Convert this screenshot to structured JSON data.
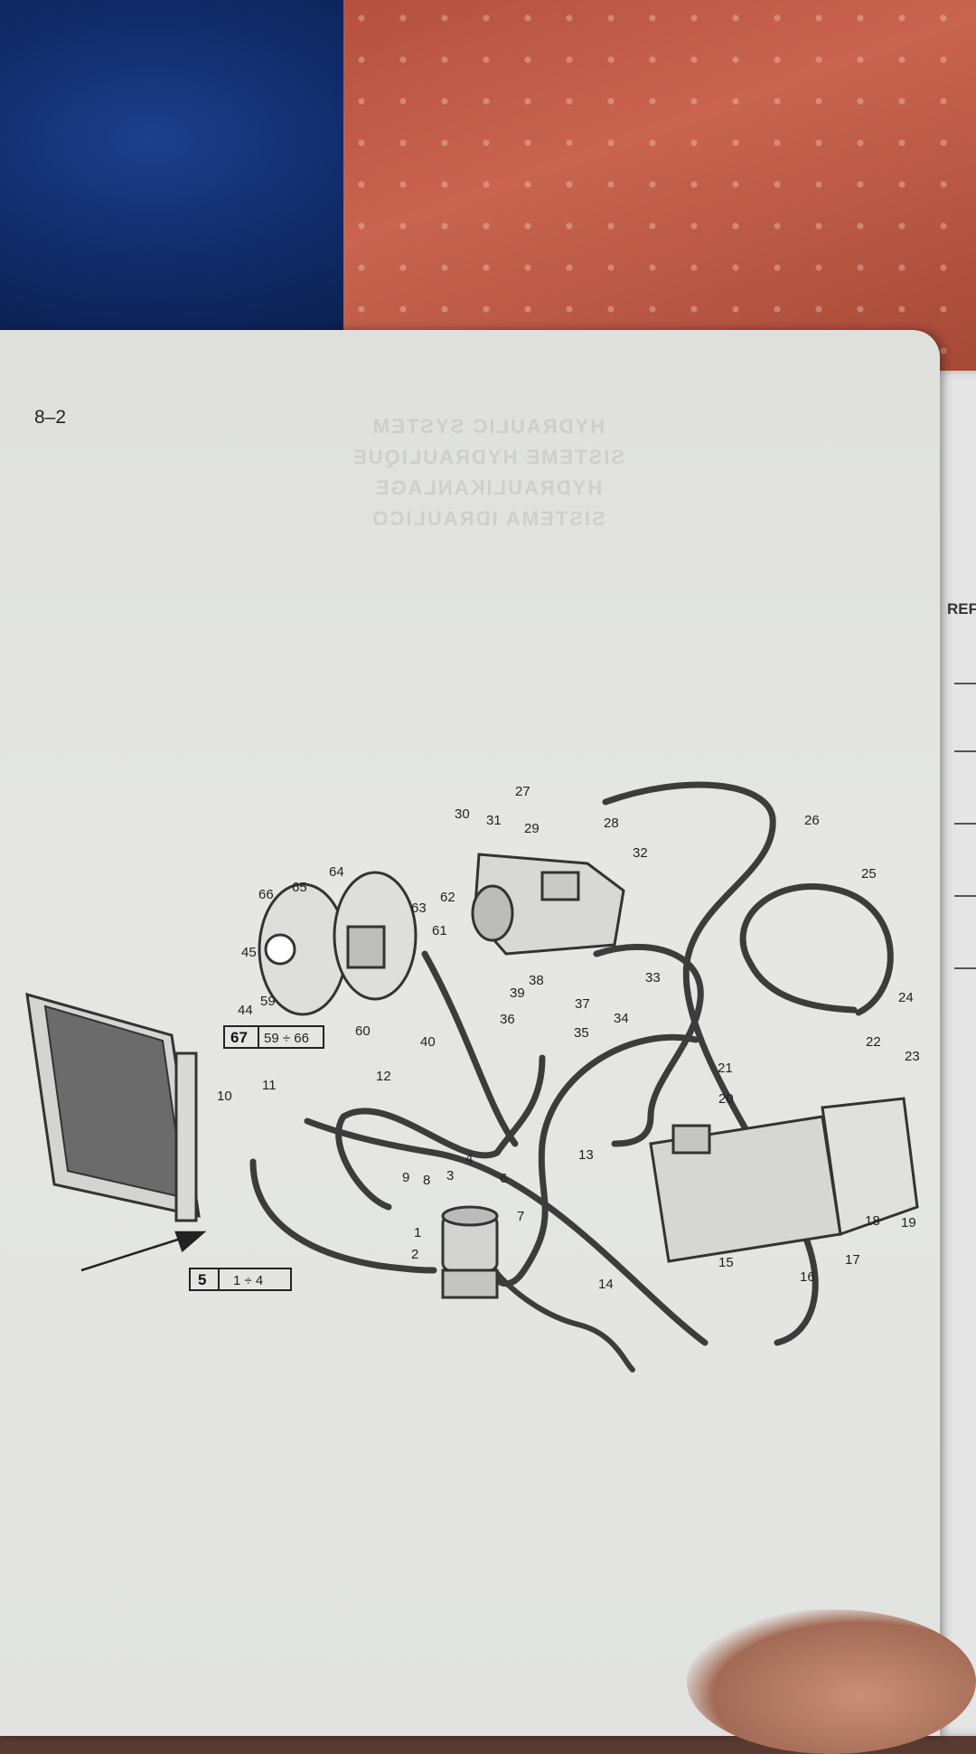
{
  "page": {
    "number": "8–2",
    "bleed_through": [
      "HYDRAULIC SYSTEM",
      "SISTEME HYDRAULIQUE",
      "HYDRAULIKANLAGE",
      "SISTEMA IDRAULICO"
    ]
  },
  "right_page": {
    "ref_label": "REF"
  },
  "diagram": {
    "callouts": [
      "1",
      "2",
      "3",
      "4",
      "5",
      "6",
      "7",
      "8",
      "9",
      "10",
      "11",
      "12",
      "13",
      "14",
      "15",
      "16",
      "17",
      "18",
      "19",
      "20",
      "21",
      "22",
      "23",
      "24",
      "25",
      "26",
      "27",
      "28",
      "29",
      "30",
      "31",
      "32",
      "33",
      "34",
      "35",
      "36",
      "37",
      "38",
      "39",
      "40",
      "44",
      "45",
      "59",
      "60",
      "61",
      "62",
      "63",
      "64",
      "65",
      "66"
    ],
    "group_box_a": {
      "ref": "67",
      "range": "59 ÷ 66"
    },
    "group_box_b": {
      "ref": "5",
      "range": "1 ÷ 4"
    }
  }
}
